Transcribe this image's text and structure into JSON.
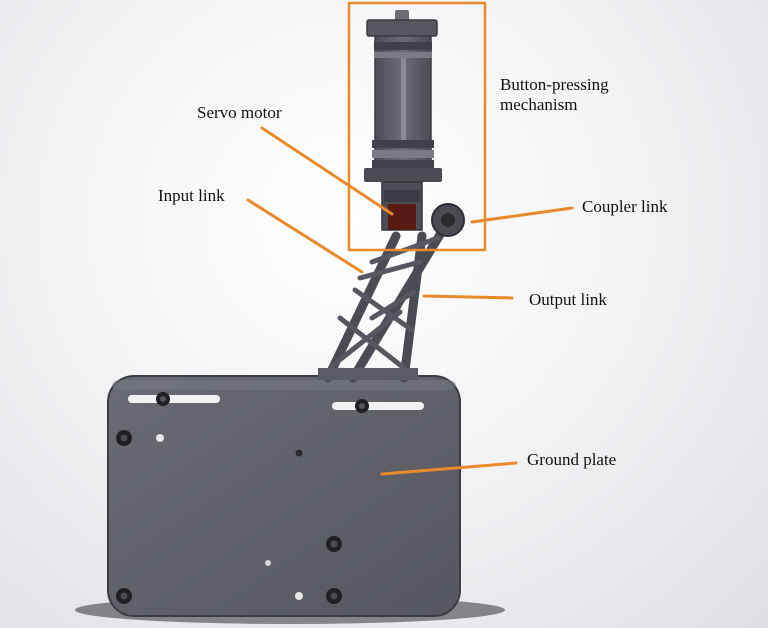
{
  "labels": {
    "button_mechanism_line1": "Button-pressing",
    "button_mechanism_line2": "mechanism",
    "servo_motor": "Servo motor",
    "input_link": "Input link",
    "coupler_link": "Coupler link",
    "output_link": "Output link",
    "ground_plate": "Ground plate"
  },
  "colors": {
    "leader_line": "#e8892a",
    "highlight_box": "#e8892a",
    "part_body": "#5d5e66",
    "part_dark": "#3f4048",
    "servo": "#5a1a14"
  }
}
